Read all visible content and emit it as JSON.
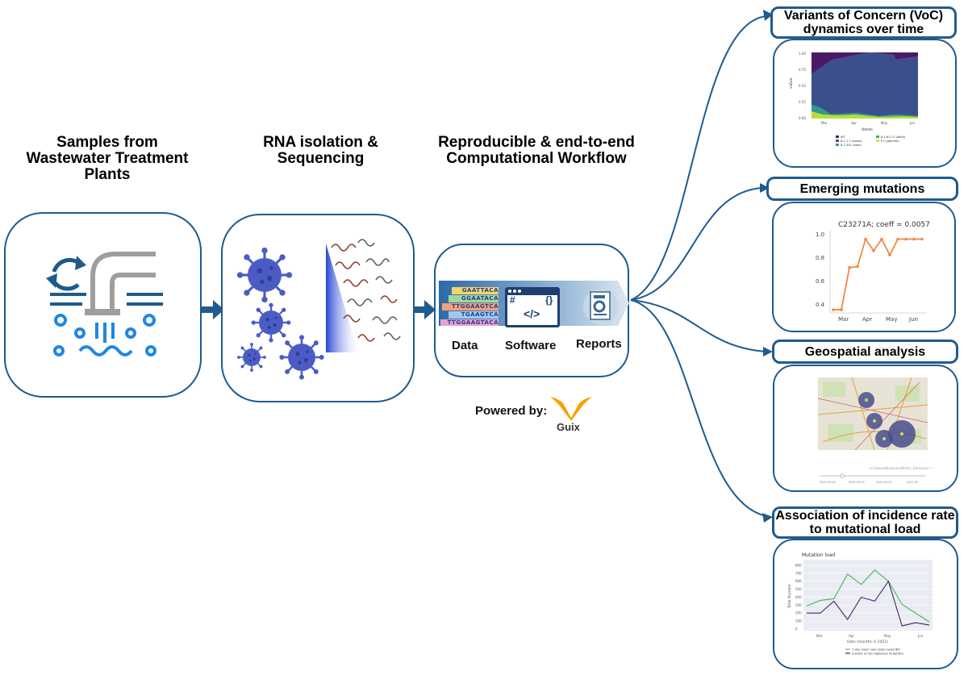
{
  "stages": [
    {
      "title": "Samples from Wastewater Treatment Plants"
    },
    {
      "title": "RNA isolation & Sequencing"
    },
    {
      "title": "Reproducible & end-to-end Computational Workflow"
    }
  ],
  "workflow": {
    "data_label": "Data",
    "software_label": "Software",
    "reports_label": "Reports",
    "dna_rows": [
      "GAATTACA",
      "GGAATACA",
      "TTGGAAGTCA",
      "TGAAGTCA",
      "TTGGAAGTACA"
    ],
    "code_hash": "#",
    "code_braces": "{}",
    "code_tag": "</>"
  },
  "powered": {
    "label": "Powered by:",
    "logo_text": "Guix",
    "logo_color": "#f5a300"
  },
  "colors": {
    "accent": "#1f5b8e",
    "virus": "#3f51b5",
    "icon_blue": "#2196f3"
  },
  "outputs": [
    {
      "title": "Variants of Concern (VoC) dynamics over time"
    },
    {
      "title": "Emerging mutations"
    },
    {
      "title": "Geospatial analysis"
    },
    {
      "title": "Association of incidence rate to mutational load"
    }
  ],
  "voc_chart": {
    "ylabel": "value",
    "xlabel": "dates",
    "yticks": [
      "1.00",
      "0.75",
      "0.50",
      "0.25",
      "0.00"
    ],
    "xticks": [
      "Mar",
      "Apr",
      "May",
      "Jun"
    ],
    "legend": [
      "WT",
      "B.1.1.7 (alpha)",
      "B.1.351 (beta)",
      "B.1.617.2 (delta)",
      "P.1 (gamma)"
    ]
  },
  "chart_data": [
    {
      "type": "line",
      "title": "C23271A; coeff = 0.0057",
      "x": [
        "Mar",
        "",
        "",
        "Apr",
        "",
        "",
        "May",
        "",
        "",
        "",
        "Jun",
        ""
      ],
      "values": [
        0.33,
        0.33,
        0.73,
        0.74,
        1.0,
        0.89,
        1.0,
        0.85,
        1.0,
        1.0,
        1.0,
        1.0
      ],
      "yticks": [
        "1.0",
        "0.8",
        "0.6",
        "0.4"
      ],
      "xticks": [
        "Mar",
        "Apr",
        "May",
        "Jun"
      ],
      "ylim": [
        0.3,
        1.05
      ],
      "series_color": "#f0894a"
    },
    {
      "type": "line",
      "title": "Mutation load",
      "xlabel": "Date (months in 2021)",
      "ylabel": "Total Number",
      "yticks": [
        "800",
        "700",
        "600",
        "500",
        "400",
        "300",
        "200",
        "100",
        "0"
      ],
      "xticks": [
        "Mar",
        "Apr",
        "May",
        "Jun"
      ],
      "ylim": [
        0,
        850
      ],
      "series": [
        {
          "name": "7-day mean new cases cases RKI",
          "color": "#3cba54",
          "values": [
            290,
            360,
            380,
            690,
            560,
            740,
            600,
            310,
            200,
            90
          ]
        },
        {
          "name": "number of non-signature mutations",
          "color": "#4a1e6b",
          "values": [
            200,
            200,
            350,
            120,
            400,
            350,
            600,
            40,
            80,
            50
          ]
        }
      ]
    }
  ],
  "geo": {
    "caption": "Lc:Gesundbrunnen(Berlin, Germany) ~",
    "slider_ticks": [
      "2021-03-04",
      "2021-03-25",
      "2021-04-22",
      "2021-05"
    ]
  }
}
